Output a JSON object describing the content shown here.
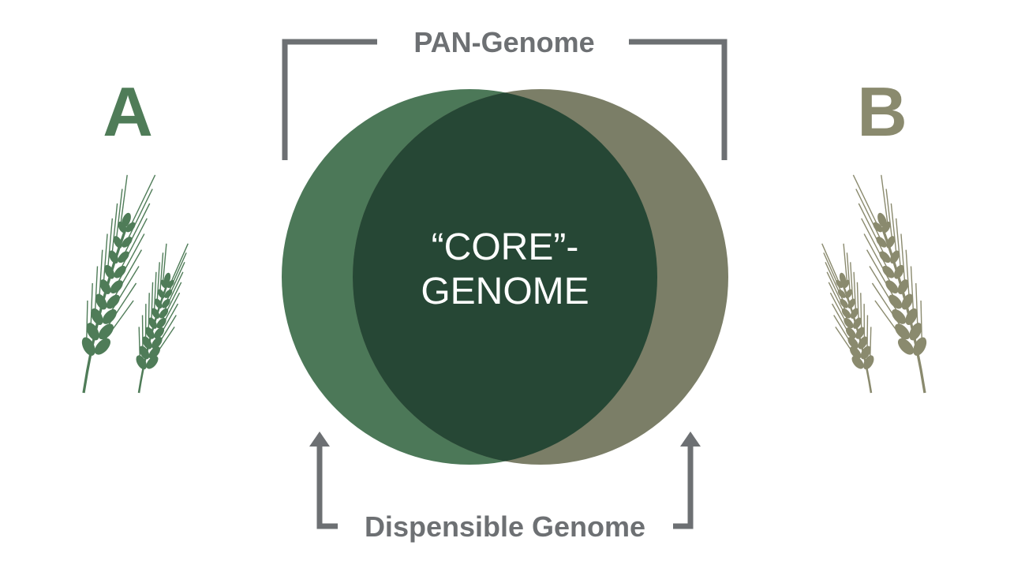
{
  "labels": {
    "pan_genome": "PAN-Genome",
    "core_line1": "“CORE”-",
    "core_line2": "GENOME",
    "dispensible": "Dispensible Genome",
    "variety_a": "A",
    "variety_b": "B"
  },
  "icons": {
    "left_plant": "wheat-icon",
    "right_plant": "wheat-icon",
    "left_arrow": "arrow-up-icon",
    "right_arrow": "arrow-up-icon"
  },
  "colors": {
    "green": "#4c7858",
    "olive": "#7b7e67",
    "core": "#264735",
    "gray": "#6d7073",
    "white": "#ffffff",
    "wheat_a": "#4f7c58",
    "wheat_b": "#8a8a6e"
  }
}
